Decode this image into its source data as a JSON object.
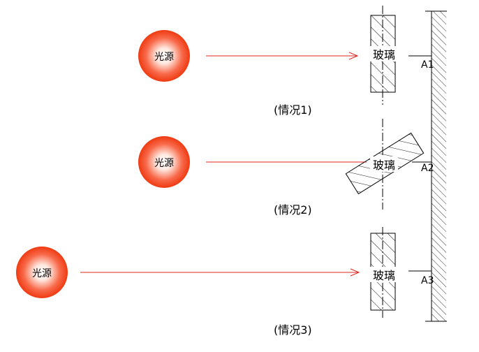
{
  "diagram": {
    "light_source_label": "光源",
    "glass_label": "玻璃",
    "cases": [
      {
        "caption": "(情况1)",
        "point_label": "A1"
      },
      {
        "caption": "(情况2)",
        "point_label": "A2"
      },
      {
        "caption": "(情况3)",
        "point_label": "A3"
      }
    ]
  },
  "colors": {
    "light_source_outer": "#ef3a12",
    "light_source_inner": "#ffffff",
    "light_ray": "#e0261a",
    "line": "#000000"
  }
}
